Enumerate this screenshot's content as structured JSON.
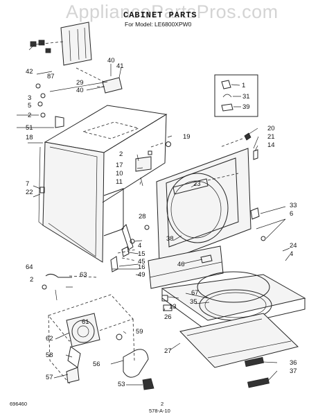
{
  "watermark": "AppliancePartsPros.com",
  "title": "CABINET PARTS",
  "subtitle": "For Model: LE6800XPW0",
  "callouts": {
    "c42": "42",
    "c40a": "40",
    "c41": "41",
    "c87": "87",
    "c29": "29",
    "c40b": "40",
    "c3": "3",
    "c5": "5",
    "c2a": "2",
    "c51": "51",
    "c18": "18",
    "c7": "7",
    "c22": "22",
    "c1": "1",
    "c31": "31",
    "c39": "39",
    "c19": "19",
    "c20": "20",
    "c21": "21",
    "c14": "14",
    "c2b": "2",
    "c17": "17",
    "c10": "10",
    "c11": "11",
    "c23": "23",
    "c33": "33",
    "c6": "6",
    "c28": "28",
    "c38": "38",
    "c15": "15",
    "c4a": "4",
    "c45": "45",
    "c16": "16",
    "c49": "49",
    "c46": "46",
    "c24": "24",
    "c4b": "4",
    "c64": "64",
    "c2c": "2",
    "c63": "63",
    "c67": "67",
    "c13": "13",
    "c35": "35",
    "c26": "26",
    "c61": "61",
    "c62": "62",
    "c59": "59",
    "c27": "27",
    "c58": "58",
    "c56": "56",
    "c36": "36",
    "c37": "37",
    "c57": "57",
    "c53": "53"
  },
  "footer": {
    "code": "696460",
    "page": "2",
    "ref": "578-A-10"
  }
}
